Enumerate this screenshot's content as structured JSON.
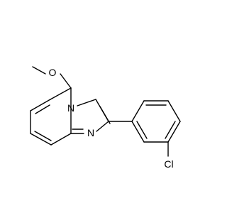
{
  "molecule": {
    "atoms": {
      "oxygen": "O",
      "bridgehead_nitrogen": "N",
      "imidazole_nitrogen": "N",
      "chlorine": "Cl"
    },
    "colors": {
      "bond": "#000000",
      "label": "#000000",
      "background": "#ffffff"
    }
  }
}
